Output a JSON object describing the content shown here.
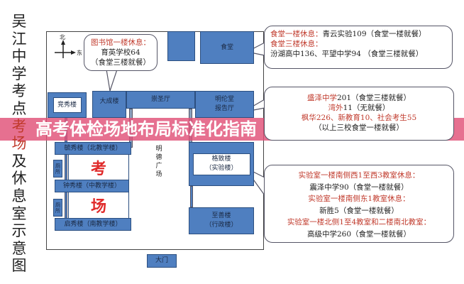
{
  "title_vertical": [
    "吴",
    "江",
    "中",
    "学",
    "考",
    "点",
    "考",
    "场",
    "及",
    "休",
    "息",
    "室",
    "示",
    "意",
    "图"
  ],
  "compass": {
    "north": "北",
    "east": "东"
  },
  "buildings": {
    "jingxiu": "竞秀楼",
    "dacheng": "大成楼",
    "chongsheng": "崇圣厅",
    "minglun_1": "明伦堂",
    "minglun_2": "报告厅",
    "canteen": "食堂",
    "yuxiu": "毓秀楼（北教学楼）",
    "zhongxiu": "钟秀楼（中教学楼）",
    "qixiu": "启秀楼（南教学楼）",
    "toilet": "厕所",
    "gezhi_1": "格致楼",
    "gezhi_2": "（实验楼）",
    "zhishan_1": "至善楼",
    "zhishan_2": "（行政楼）",
    "gate": "大门",
    "plaza": [
      "明",
      "德",
      "广",
      "场"
    ],
    "exam_1": "考",
    "exam_2": "场"
  },
  "bubbles": {
    "library": {
      "head": "图书馆一楼休息：",
      "school": "育英学校64",
      "meal": "（食堂三楼就餐）"
    },
    "canteen": {
      "l1_red": "食堂一楼休息：",
      "l1": "青云实验109（食堂一楼就餐）",
      "l2_red": "食堂三楼休息：",
      "l3": "汾湖高中136、平望中学94 （食堂三楼就餐）"
    },
    "minglun": {
      "l1_red": "盛泽中学",
      "l1": "201（食堂三楼就餐）",
      "l2_red": "湾外",
      "l2": "11（无就餐）",
      "l3": "枫华226、新教育10、社会考生55",
      "l4": "（以上三校食堂一楼就餐）"
    },
    "lab": {
      "l1": "实验室一楼南侧西1至西3教室休息：",
      "l2": "震泽中学90（食堂一楼就餐）",
      "l3": "实验室一楼南侧东1教室休息：",
      "l4": "新胜5（食堂一楼就餐）",
      "l5": "实验室一楼北侧1至4教室和二楼南北教室：",
      "l6": "高级中学260（食堂一楼就餐）"
    }
  },
  "banner": "高考体检场地布局标准化指南",
  "colors": {
    "building": "#4f7fc0",
    "accent_red": "#c0392b",
    "banner": "#e05078"
  }
}
